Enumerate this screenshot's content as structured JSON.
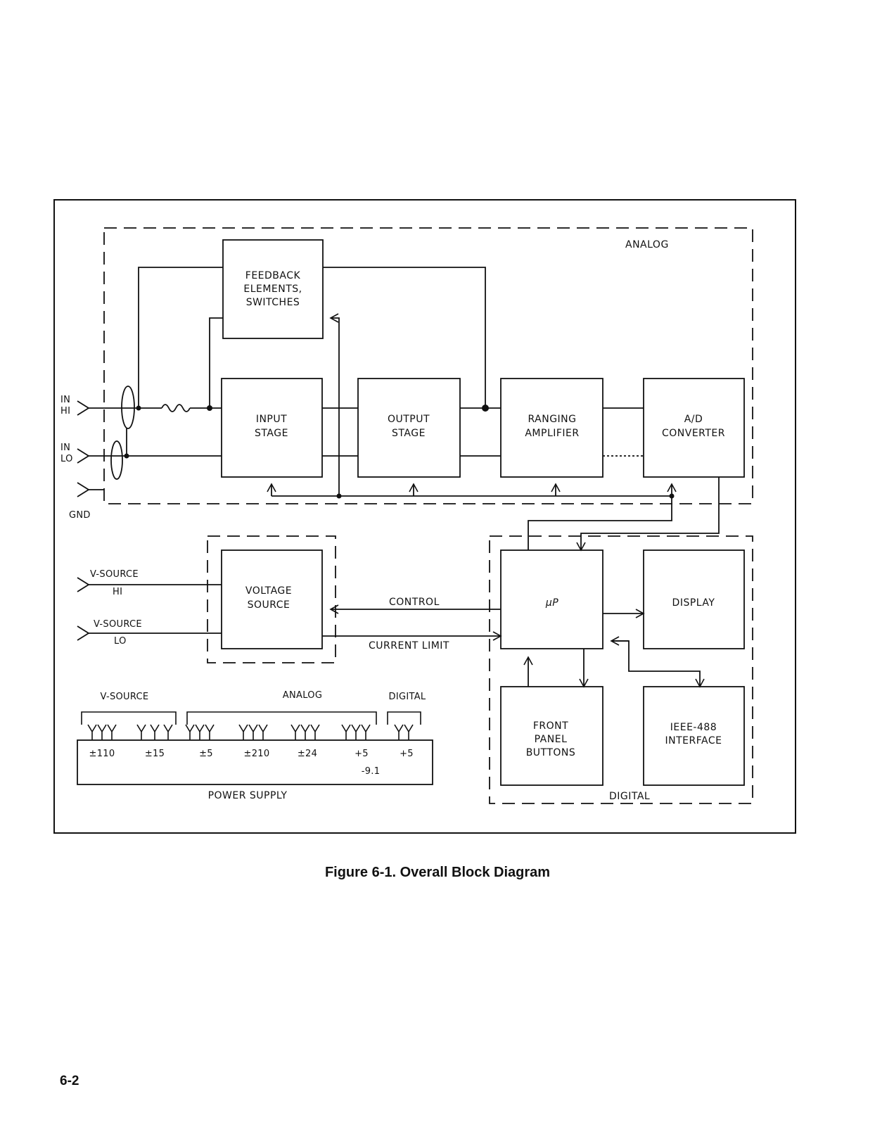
{
  "analog_region": {
    "label": "ANALOG"
  },
  "digital_region": {
    "label": "DIGITAL"
  },
  "blocks": {
    "feedback": {
      "lines": [
        "FEEDBACK",
        "ELEMENTS,",
        "SWITCHES"
      ]
    },
    "input_stage": {
      "lines": [
        "INPUT",
        "STAGE"
      ]
    },
    "output_stage": {
      "lines": [
        "OUTPUT",
        "STAGE"
      ]
    },
    "ranging_amp": {
      "lines": [
        "RANGING",
        "AMPLIFIER"
      ]
    },
    "ad_converter": {
      "lines": [
        "A/D",
        "CONVERTER"
      ]
    },
    "voltage_source": {
      "lines": [
        "VOLTAGE",
        "SOURCE"
      ]
    },
    "up": {
      "lines": [
        "μP"
      ]
    },
    "display": {
      "lines": [
        "DISPLAY"
      ]
    },
    "front_panel": {
      "lines": [
        "FRONT",
        "PANEL",
        "BUTTONS"
      ]
    },
    "ieee": {
      "lines": [
        "IEEE-488",
        "INTERFACE"
      ]
    },
    "power_supply": {
      "label": "POWER SUPPLY"
    }
  },
  "terminals": {
    "in_hi": [
      "IN",
      "HI"
    ],
    "in_lo": [
      "IN",
      "LO"
    ],
    "gnd": "GND",
    "vsource_hi": [
      "V-SOURCE",
      "HI"
    ],
    "vsource_lo": [
      "V-SOURCE",
      "LO"
    ]
  },
  "signals": {
    "control": "CONTROL",
    "current_limit": "CURRENT LIMIT"
  },
  "supply_groups": [
    "V-SOURCE",
    "ANALOG",
    "DIGITAL"
  ],
  "supply_outputs": [
    "±110",
    "±15",
    "±5",
    "±210",
    "±24",
    "+5",
    "-9.1",
    "+5"
  ],
  "caption": "Figure 6-1. Overall Block Diagram",
  "page_number": "6-2"
}
